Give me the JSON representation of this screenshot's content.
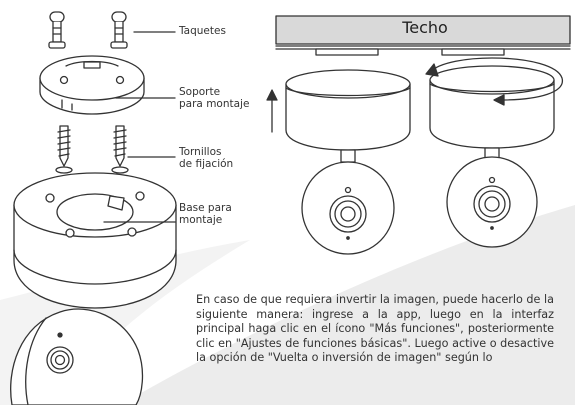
{
  "labels": {
    "taquetes": "Taquetes",
    "soporte": "Soporte\npara montaje",
    "tornillos": "Tornillos\nde fijación",
    "base": "Base para\nmontaje"
  },
  "ceiling": {
    "label": "Techo"
  },
  "instructions": {
    "text": "En caso de que requiera invertir la imagen, puede hacerlo de la siguiente manera: ingrese a la app, luego en la interfaz principal haga clic en el ícono \"Más funciones\", posteriormente clic en \"Ajustes de funciones básicas\". Luego active o desactive la opción de \"Vuelta o inversión de imagen\" según lo"
  },
  "colors": {
    "background_swoosh": "#e8e8e8",
    "ceiling": "#d9d9d9",
    "line": "#333333",
    "body_fill": "#ffffff"
  }
}
